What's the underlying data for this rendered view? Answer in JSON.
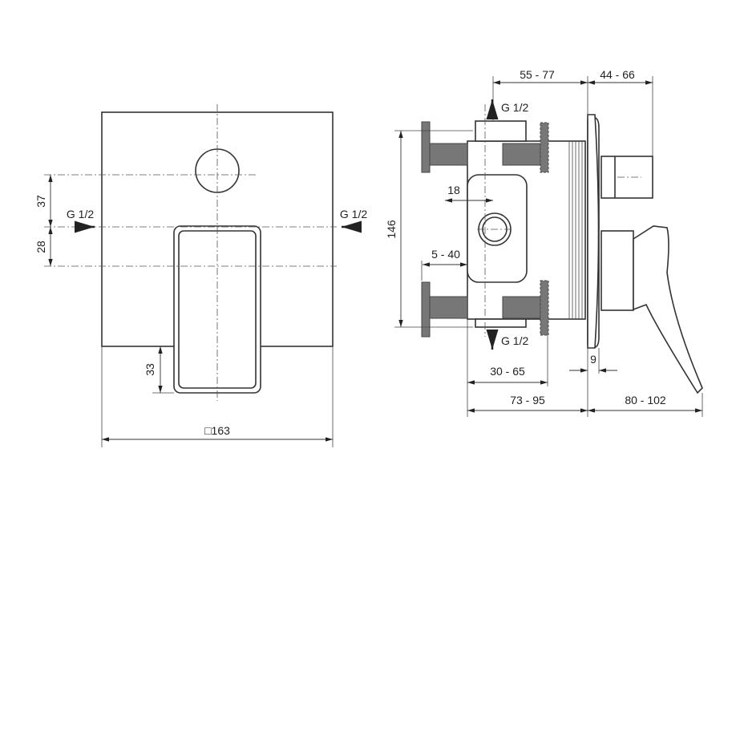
{
  "front_view": {
    "dim_37": "37",
    "dim_28": "28",
    "dim_33": "33",
    "dim_163": "□163",
    "inlet_left": "G 1/2",
    "inlet_right": "G 1/2"
  },
  "side_view": {
    "dim_55_77": "55 - 77",
    "dim_44_66": "44 - 66",
    "dim_146": "146",
    "dim_18": "18",
    "dim_5_40": "5 - 40",
    "dim_30_65": "30 - 65",
    "dim_73_95": "73 - 95",
    "dim_80_102": "80 - 102",
    "dim_9": "9",
    "outlet_top": "G 1/2",
    "outlet_bottom": "G 1/2"
  },
  "colors": {
    "line": "#333333",
    "fill_grey": "#777777"
  }
}
